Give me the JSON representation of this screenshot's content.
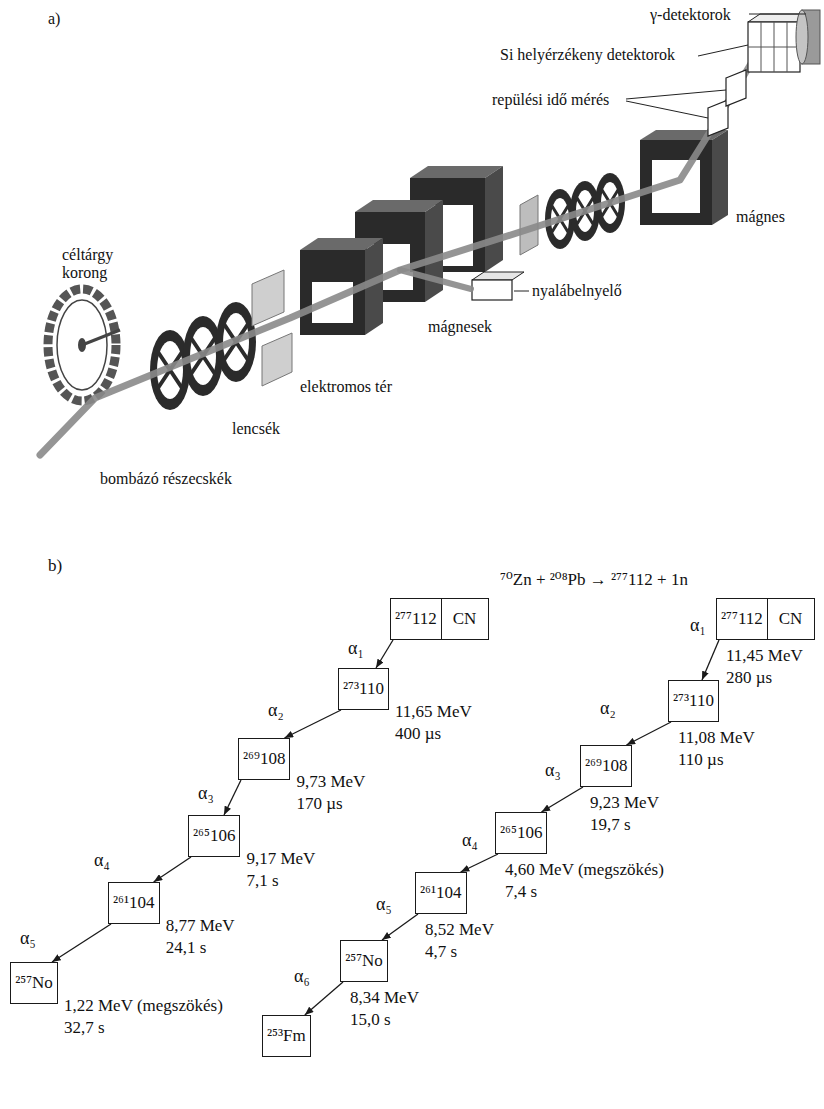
{
  "diagram": {
    "nodes": [
      {
        "text": [
          "²⁷⁷112"
        ]
      },
      {
        "text": [
          "CN"
        ]
      },
      {
        "text": [
          "²⁷³110"
        ]
      },
      {
        "text": [
          "²⁶⁹108"
        ]
      },
      {
        "text": [
          "²⁶⁵106"
        ]
      },
      {
        "text": [
          "²⁶¹104"
        ]
      },
      {
        "text": [
          "²⁵⁷No"
        ]
      },
      {
        "text": [
          "²⁷⁷112"
        ]
      },
      {
        "text": [
          "CN"
        ]
      },
      {
        "text": [
          "²⁷³110"
        ]
      },
      {
        "text": [
          "²⁶⁹108"
        ]
      },
      {
        "text": [
          "²⁶⁵106"
        ]
      },
      {
        "text": [
          "²⁶¹104"
        ]
      },
      {
        "text": [
          "²⁵⁷No"
        ]
      },
      {
        "text": [
          "²⁵³Fm"
        ]
      }
    ],
    "edges": [
      {
        "from": 0,
        "to": 2,
        "arrow": "to",
        "label": "α₁"
      },
      {
        "from": 2,
        "to": 3,
        "arrow": "to",
        "label": "α₂"
      },
      {
        "from": 3,
        "to": 4,
        "arrow": "to",
        "label": "α₃"
      },
      {
        "from": 4,
        "to": 5,
        "arrow": "to",
        "label": "α₄"
      },
      {
        "from": 5,
        "to": 6,
        "arrow": "to",
        "label": "α₅"
      },
      {
        "from": 7,
        "to": 9,
        "arrow": "to",
        "label": "α₁"
      },
      {
        "from": 9,
        "to": 10,
        "arrow": "to",
        "label": "α₂"
      },
      {
        "from": 10,
        "to": 11,
        "arrow": "to",
        "label": "α₃"
      },
      {
        "from": 11,
        "to": 12,
        "arrow": "to",
        "label": "α₄"
      },
      {
        "from": 12,
        "to": 13,
        "arrow": "to",
        "label": "α₅"
      },
      {
        "from": 13,
        "to": 14,
        "arrow": "to",
        "label": "α₆"
      }
    ],
    "labels": [
      "a)",
      "γ-detektorok",
      "Si helyérzékeny detektorok",
      "repülési idő mérés",
      "mágnes",
      "nyalábelnyelő",
      "mágnesek",
      "céltárgy korong",
      "elektromos tér",
      "lencsék",
      "bombázó részecskék",
      "b)",
      "⁷⁰Zn + ²⁰⁸Pb → ²⁷⁷112 + 1n",
      "11,65 MeV",
      "400 µs",
      "9,73 MeV",
      "170 µs",
      "9,17 MeV",
      "7,1 s",
      "8,77 MeV",
      "24,1 s",
      "1,22 MeV (megszökés)",
      "32,7 s",
      "11,45 MeV",
      "280 µs",
      "11,08 MeV",
      "110 µs",
      "9,23 MeV",
      "19,7 s",
      "4,60 MeV (megszökés)",
      "7,4 s",
      "8,52 MeV",
      "4,7 s",
      "8,34 MeV",
      "15,0 s"
    ]
  }
}
